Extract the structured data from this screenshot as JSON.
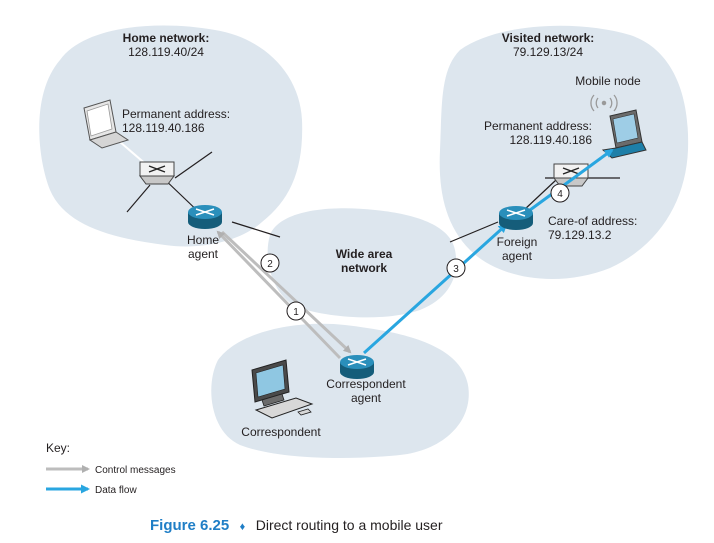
{
  "home_network": {
    "title": "Home network:",
    "subnet": "128.119.40/24",
    "host_label": "Permanent address:",
    "host_address": "128.119.40.186",
    "agent_line1": "Home",
    "agent_line2": "agent"
  },
  "visited_network": {
    "title": "Visited network:",
    "subnet": "79.129.13/24",
    "mobile_node": "Mobile node",
    "permanent_label": "Permanent address:",
    "permanent_address": "128.119.40.186",
    "careof_label": "Care-of address:",
    "careof_address": "79.129.13.2",
    "agent_line1": "Foreign",
    "agent_line2": "agent"
  },
  "wan": {
    "line1": "Wide area",
    "line2": "network"
  },
  "correspondent_network": {
    "agent_line1": "Correspondent",
    "agent_line2": "agent",
    "host_label": "Correspondent"
  },
  "steps": [
    "1",
    "2",
    "3",
    "4"
  ],
  "key": {
    "title": "Key:",
    "control": "Control messages",
    "data": "Data flow"
  },
  "caption": {
    "figure": "Figure 6.25",
    "separator": "♦",
    "text": "Direct routing to a mobile user"
  },
  "colors": {
    "cloud": "#dde6ee",
    "control_arrow": "#bdbdbd",
    "data_arrow": "#29a6e0",
    "router": "#1e7fa8",
    "caption_accent": "#1f7ec6"
  }
}
